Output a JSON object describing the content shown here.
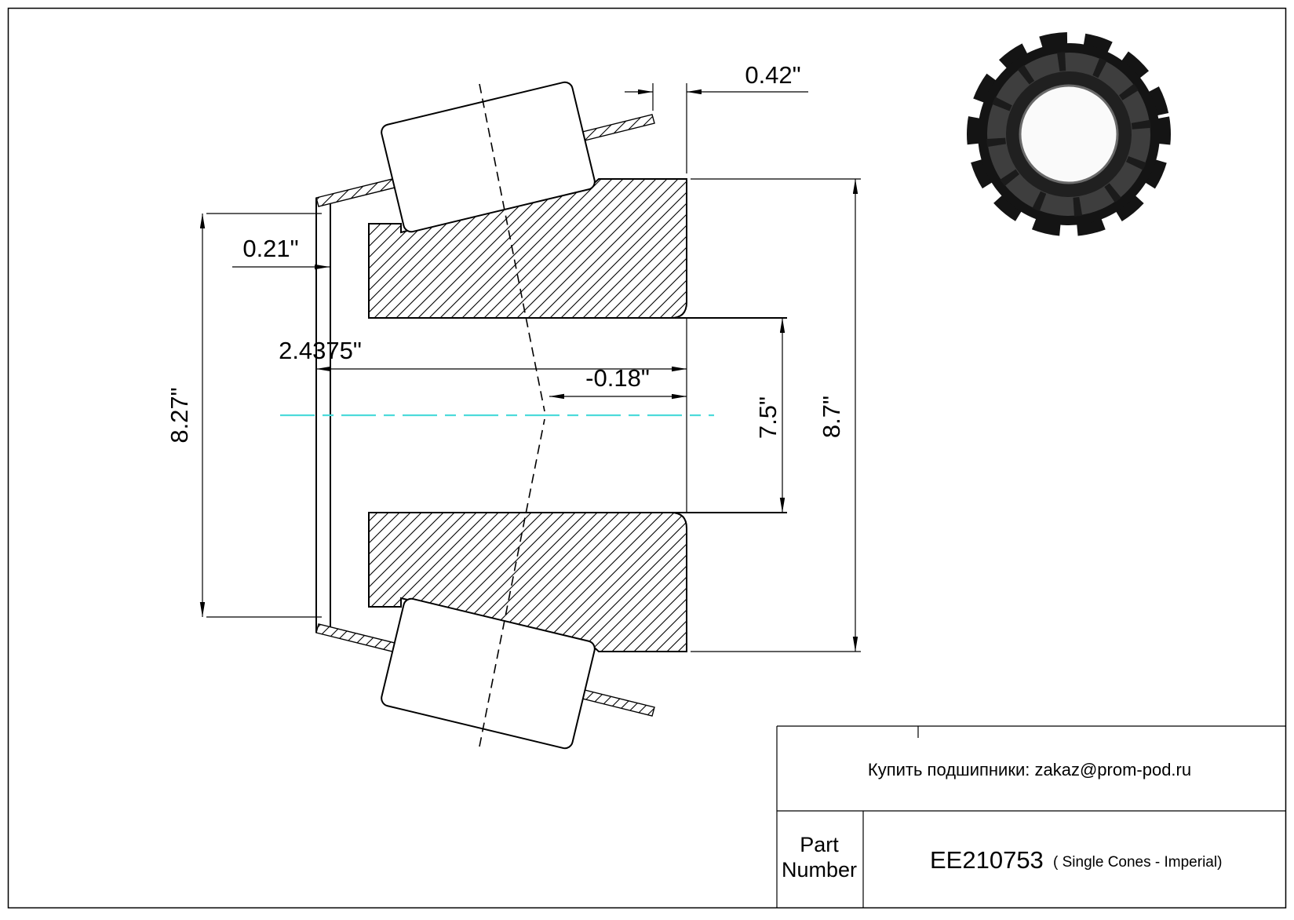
{
  "drawing": {
    "centerline_color": "#4ddbdb",
    "dimensions": {
      "cage_overhang": "0.42\"",
      "rib_width": "0.21\"",
      "cage_diameter": "8.27\"",
      "cone_width": "2.4375\"",
      "apex_offset": "-0.18\"",
      "bore_diameter": "7.5\"",
      "outer_diameter": "8.7\""
    }
  },
  "title_block": {
    "contact": "Купить подшипники: zakaz@prom-pod.ru",
    "part_label_line1": "Part",
    "part_label_line2": "Number",
    "part_number": "EE210753",
    "part_description": "( Single Cones - Imperial)"
  }
}
